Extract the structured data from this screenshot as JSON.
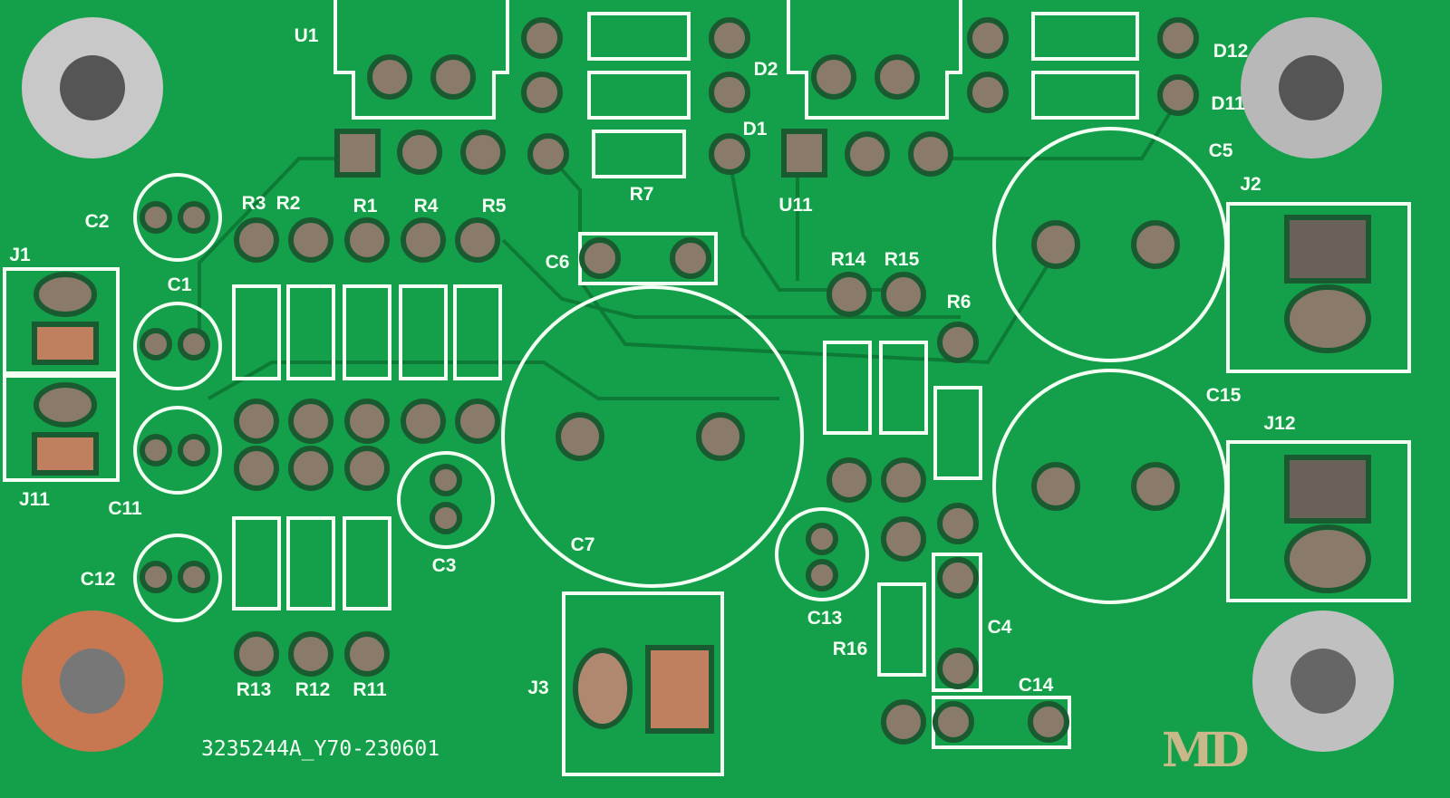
{
  "board_code": "3235244A_Y70-230601",
  "logo": "MD",
  "labels": {
    "U1": "U1",
    "C2": "C2",
    "R3": "R3",
    "R2": "R2",
    "R1": "R1",
    "R4": "R4",
    "R5": "R5",
    "J1": "J1",
    "C1": "C1",
    "J11": "J11",
    "C11": "C11",
    "C12": "C12",
    "R13": "R13",
    "R12": "R12",
    "R11": "R11",
    "C3": "C3",
    "C7": "C7",
    "J3": "J3",
    "D2": "D2",
    "D1": "D1",
    "R7": "R7",
    "C6": "C6",
    "U11": "U11",
    "R14": "R14",
    "R15": "R15",
    "R6": "R6",
    "C5": "C5",
    "J2": "J2",
    "C15": "C15",
    "J12": "J12",
    "C13": "C13",
    "R16": "R16",
    "C4": "C4",
    "C14": "C14",
    "D12": "D12",
    "D11": "D11"
  },
  "colors": {
    "pcb": "#14a04a",
    "silk": "#f4fff4",
    "pad": "#8a7a6a",
    "copper": "#c08060"
  }
}
